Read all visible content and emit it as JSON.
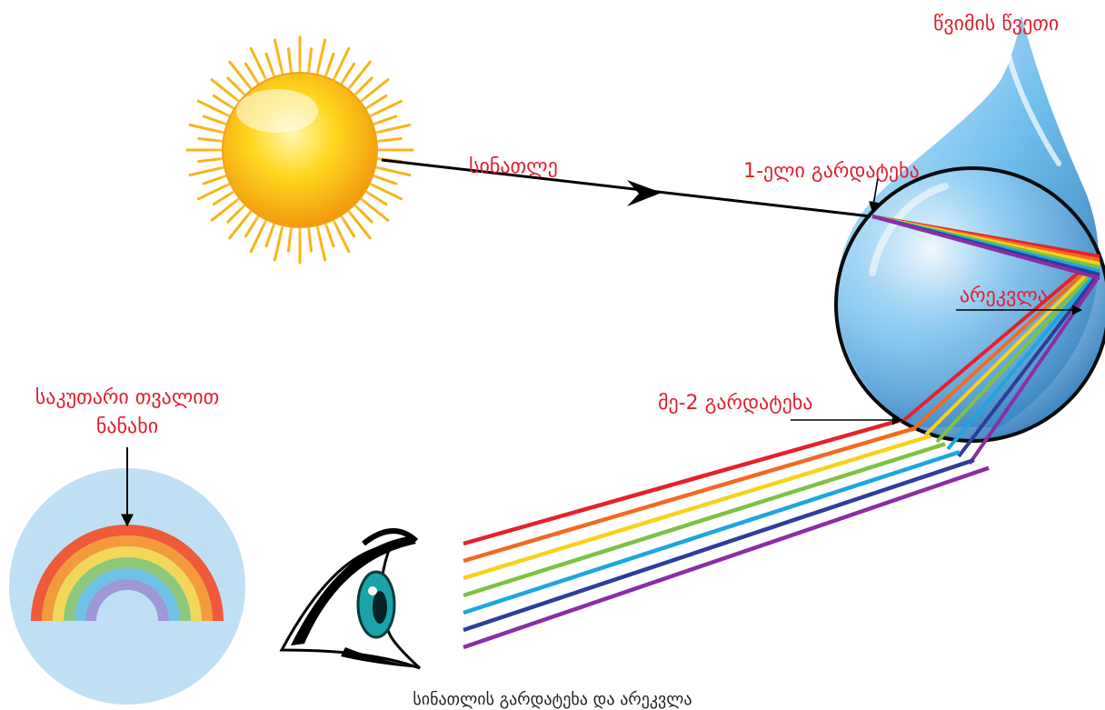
{
  "labels": {
    "raindrop": "წვიმის წვეთი",
    "light": "სინათლე",
    "first_refraction": "1-ელი გარდატეხა",
    "reflection": "არეკვლა",
    "second_refraction": "მე-2 გარდატეხა",
    "own_eye_line1": "საკუთარი თვალით",
    "own_eye_line2": "ნანახი"
  },
  "caption": "სინათლის გარდატეხა და არეკვლა",
  "colors": {
    "label_red": "#e01f2d",
    "spectrum": [
      "#e8202a",
      "#f26a22",
      "#f7d21d",
      "#7dc242",
      "#1ea6e0",
      "#2f3d9a",
      "#8a2ea6"
    ],
    "drop_blue": "#2a8fd0",
    "sun_yellow": "#ffd21a",
    "eye_iris": "#1aa3a8",
    "inset_bg": "#bfe0f4"
  },
  "icons": [
    "sun-icon",
    "raindrop-icon",
    "eye-icon",
    "rainbow-icon"
  ]
}
